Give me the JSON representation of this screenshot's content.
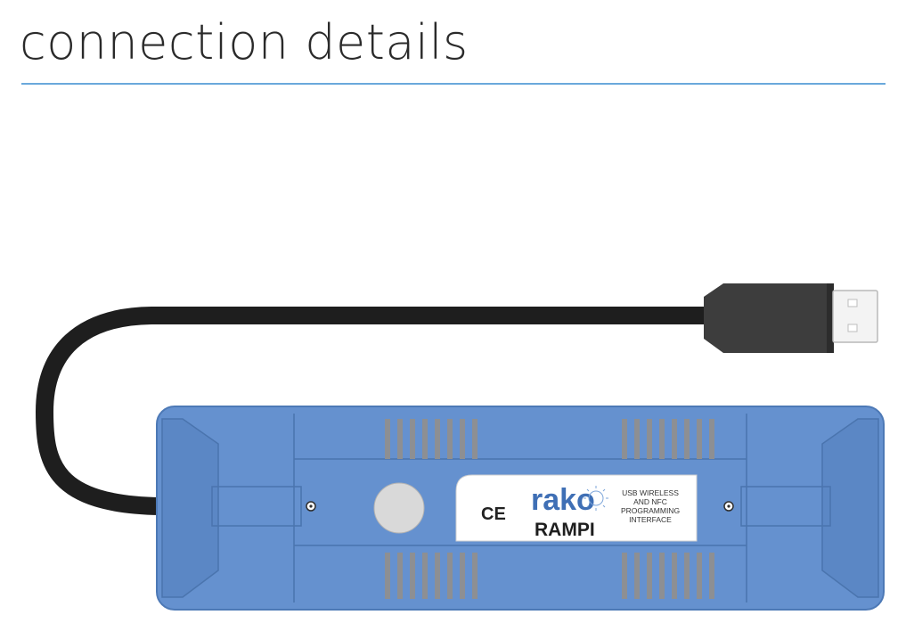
{
  "header": {
    "title": "connection details"
  },
  "device": {
    "ce_mark": "CE",
    "brand": "rako",
    "model": "RAMPI",
    "description_lines": [
      "USB WIRELESS",
      "AND NFC",
      "PROGRAMMING",
      "INTERFACE"
    ]
  },
  "colors": {
    "accent_rule": "#6aa9dc",
    "body_blue": "#6591cf",
    "cable": "#1e1e1e",
    "brand_blue": "#3f6fb5"
  }
}
